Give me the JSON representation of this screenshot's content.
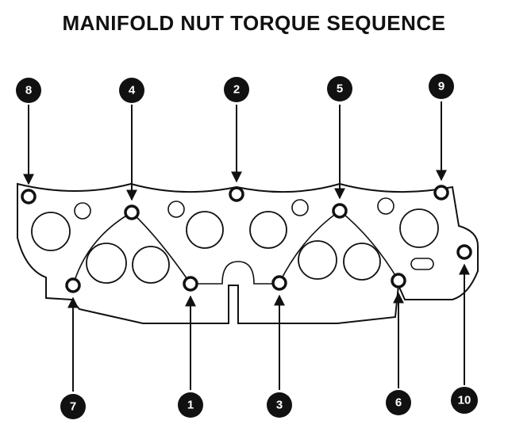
{
  "title": "MANIFOLD NUT TORQUE SEQUENCE",
  "colors": {
    "ink": "#111111",
    "paper": "#ffffff",
    "callout_fill": "#111111",
    "callout_text": "#ffffff"
  },
  "callouts": {
    "c1": "1",
    "c2": "2",
    "c3": "3",
    "c4": "4",
    "c5": "5",
    "c6": "6",
    "c7": "7",
    "c8": "8",
    "c9": "9",
    "c10": "10"
  }
}
